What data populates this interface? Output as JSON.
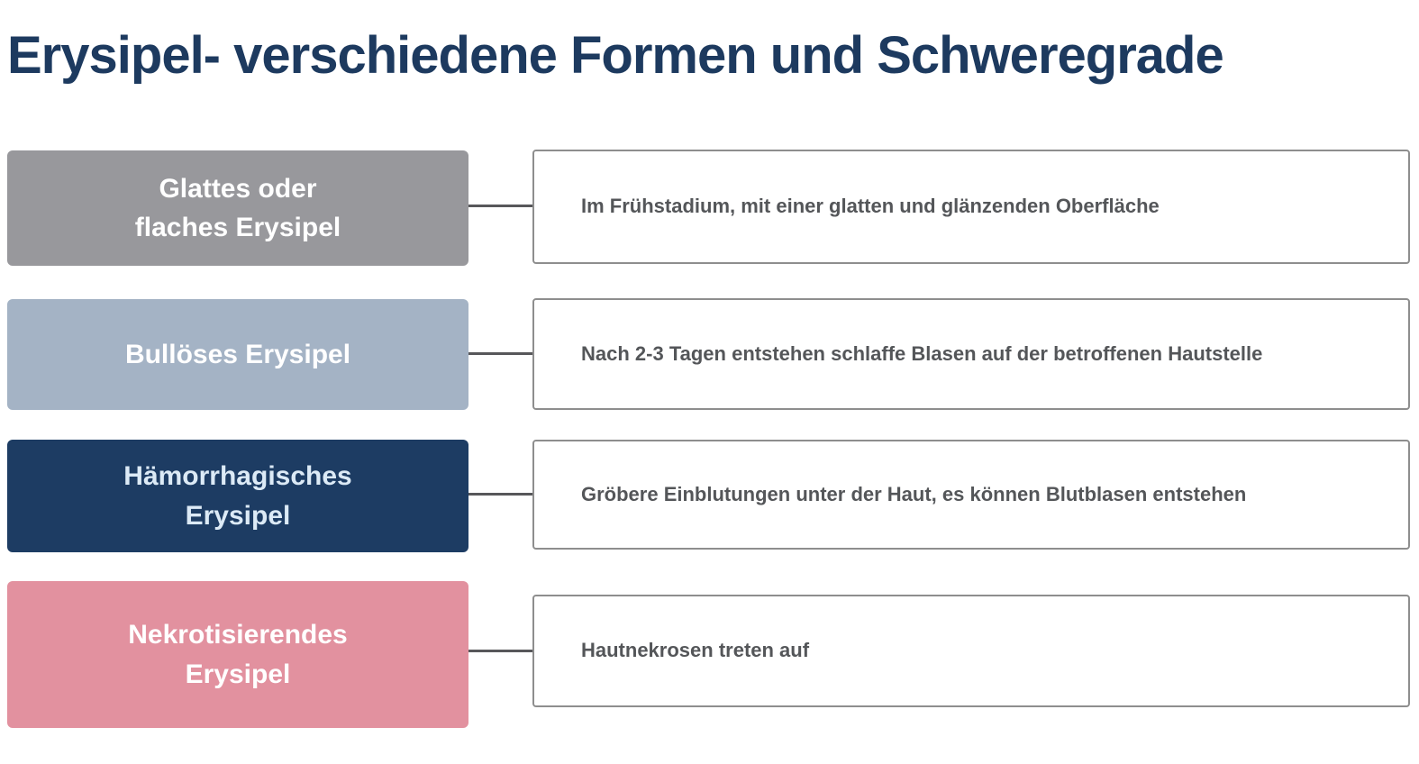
{
  "title": "Erysipel- verschiedene Formen und Schweregrade",
  "title_color": "#1d3a5f",
  "connector_color": "#57575a",
  "rows": [
    {
      "label": "Glattes oder\nflaches Erysipel",
      "box_color": "#98989c",
      "text_color": "#ffffff",
      "description": "Im Frühstadium, mit einer glatten und glänzenden Oberfläche"
    },
    {
      "label": "Bullöses Erysipel",
      "box_color": "#a4b3c5",
      "text_color": "#ffffff",
      "description": "Nach 2-3 Tagen entstehen schlaffe Blasen auf der betroffenen Hautstelle"
    },
    {
      "label": "Hämorrhagisches\nErysipel",
      "box_color": "#1d3c63",
      "text_color": "#dceaf6",
      "description": "Gröbere Einblutungen unter der Haut, es können Blutblasen entstehen"
    },
    {
      "label": "Nekrotisierendes\nErysipel",
      "box_color": "#e2919f",
      "text_color": "#ffffff",
      "description": "Hautnekrosen treten auf"
    }
  ]
}
